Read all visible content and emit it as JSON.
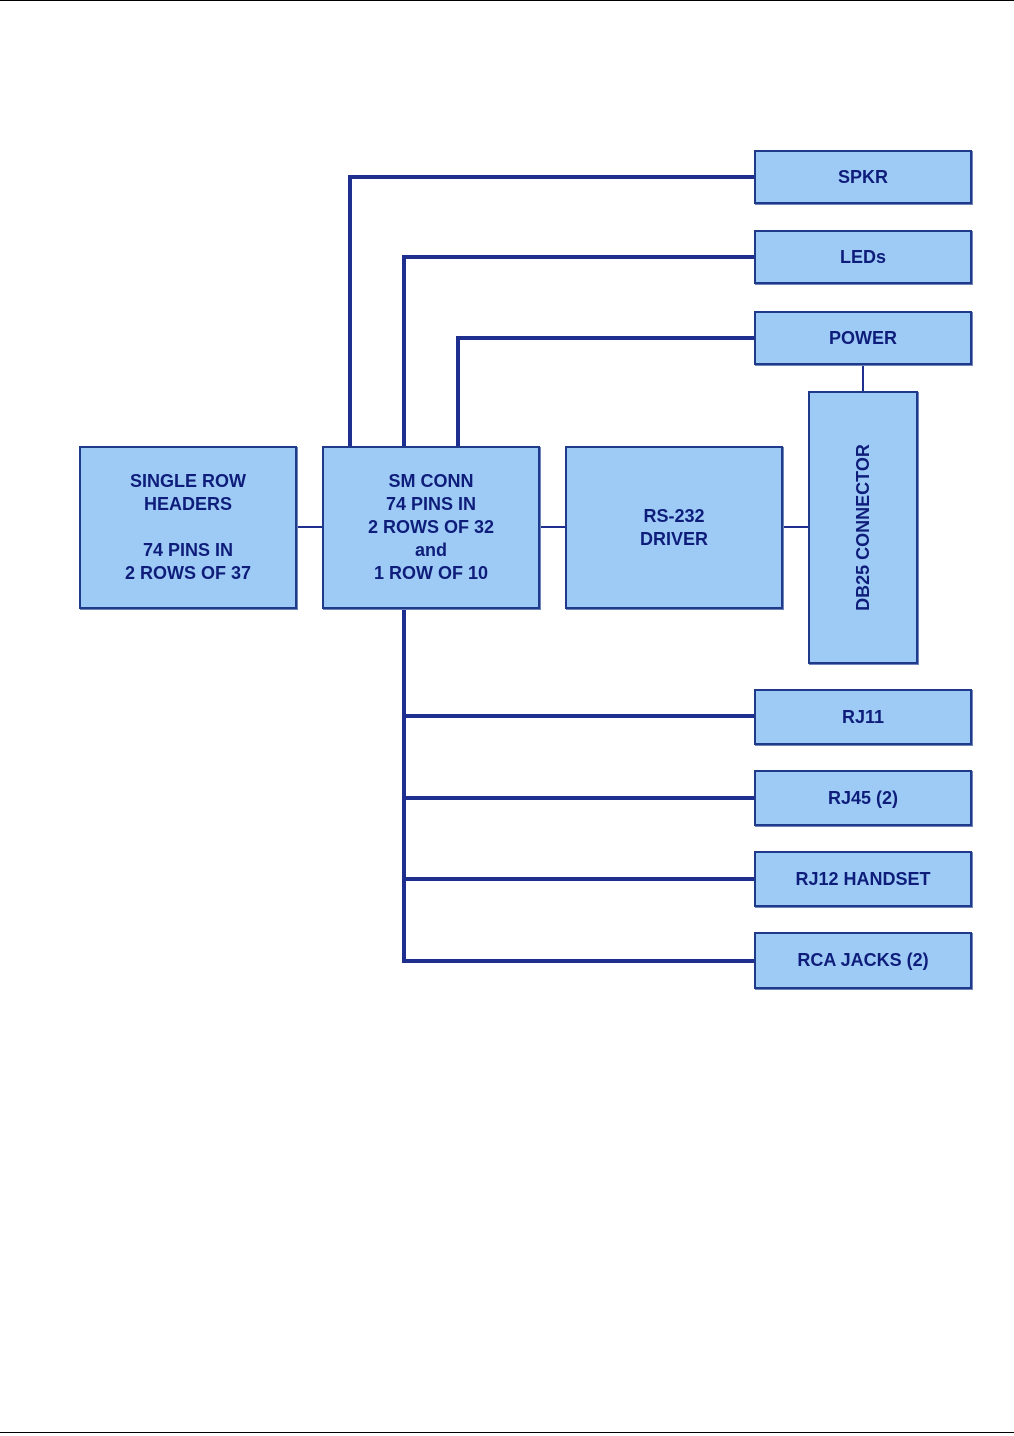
{
  "colors": {
    "box_fill": "#9dcbf6",
    "box_border": "#1f3a8a",
    "wire": "#1f2f8f",
    "text": "#0f1d7a"
  },
  "blocks": {
    "spkr": "SPKR",
    "leds": "LEDs",
    "power": "POWER",
    "headers": "SINGLE ROW\nHEADERS\n\n74 PINS IN\n2 ROWS OF 37",
    "smconn": "SM CONN\n74 PINS IN\n2 ROWS OF 32\nand\n1 ROW OF 10",
    "rs232": "RS-232\nDRIVER",
    "db25": "DB25 CONNECTOR",
    "rj11": "RJ11",
    "rj45": "RJ45 (2)",
    "rj12": "RJ12 HANDSET",
    "rca": "RCA JACKS (2)"
  }
}
